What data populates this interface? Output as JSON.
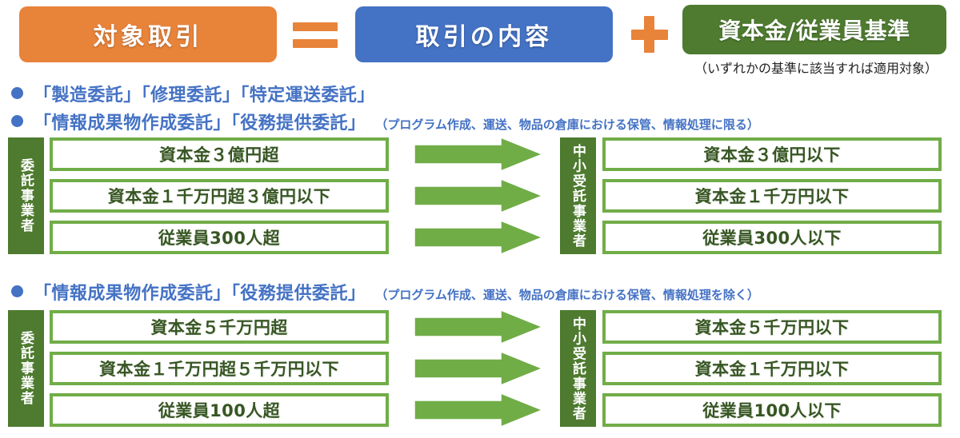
{
  "header": {
    "target_transaction_label": "対象取引",
    "equals_icon": "equals-sign",
    "transaction_content_label": "取引の内容",
    "plus_icon": "plus-sign",
    "capital_criteria_label": "資本金/従業員基準",
    "capital_criteria_note": "（いずれかの基準に該当すれば適用対象）"
  },
  "bullets": [
    {
      "marker": "bullet-dot",
      "text": "「製造委託」「修理委託」「特定運送委託」",
      "note": ""
    },
    {
      "marker": "bullet-dot",
      "text": "「情報成果物作成委託」「役務提供委託」",
      "note": "（プログラム作成、運送、物品の倉庫における保管、情報処理に限る）"
    },
    {
      "marker": "bullet-dot",
      "text": "「情報成果物作成委託」「役務提供委託」",
      "note": "（プログラム作成、運送、物品の倉庫における保管、情報処理を除く）"
    }
  ],
  "groups": [
    {
      "left_label": "委託事業者",
      "right_label": "中小受託事業者",
      "arrow_icon": "right-arrow",
      "rows": [
        {
          "left": "資本金３億円超",
          "right": "資本金３億円以下"
        },
        {
          "left": "資本金１千万円超３億円以下",
          "right": "資本金１千万円以下"
        },
        {
          "left": "従業員300人超",
          "right": "従業員300人以下"
        }
      ]
    },
    {
      "left_label": "委託事業者",
      "right_label": "中小受託事業者",
      "arrow_icon": "right-arrow",
      "rows": [
        {
          "left": "資本金５千万円超",
          "right": "資本金５千万円以下"
        },
        {
          "left": "資本金１千万円超５千万円以下",
          "right": "資本金１千万円以下"
        },
        {
          "left": "従業員100人超",
          "right": "従業員100人以下"
        }
      ]
    }
  ],
  "colors": {
    "orange": "#E8833A",
    "blue": "#4472C4",
    "dark_green": "#4E7B2F",
    "mid_green": "#70AD47",
    "row_text_green": "#375623",
    "background": "#FFFFFF"
  }
}
